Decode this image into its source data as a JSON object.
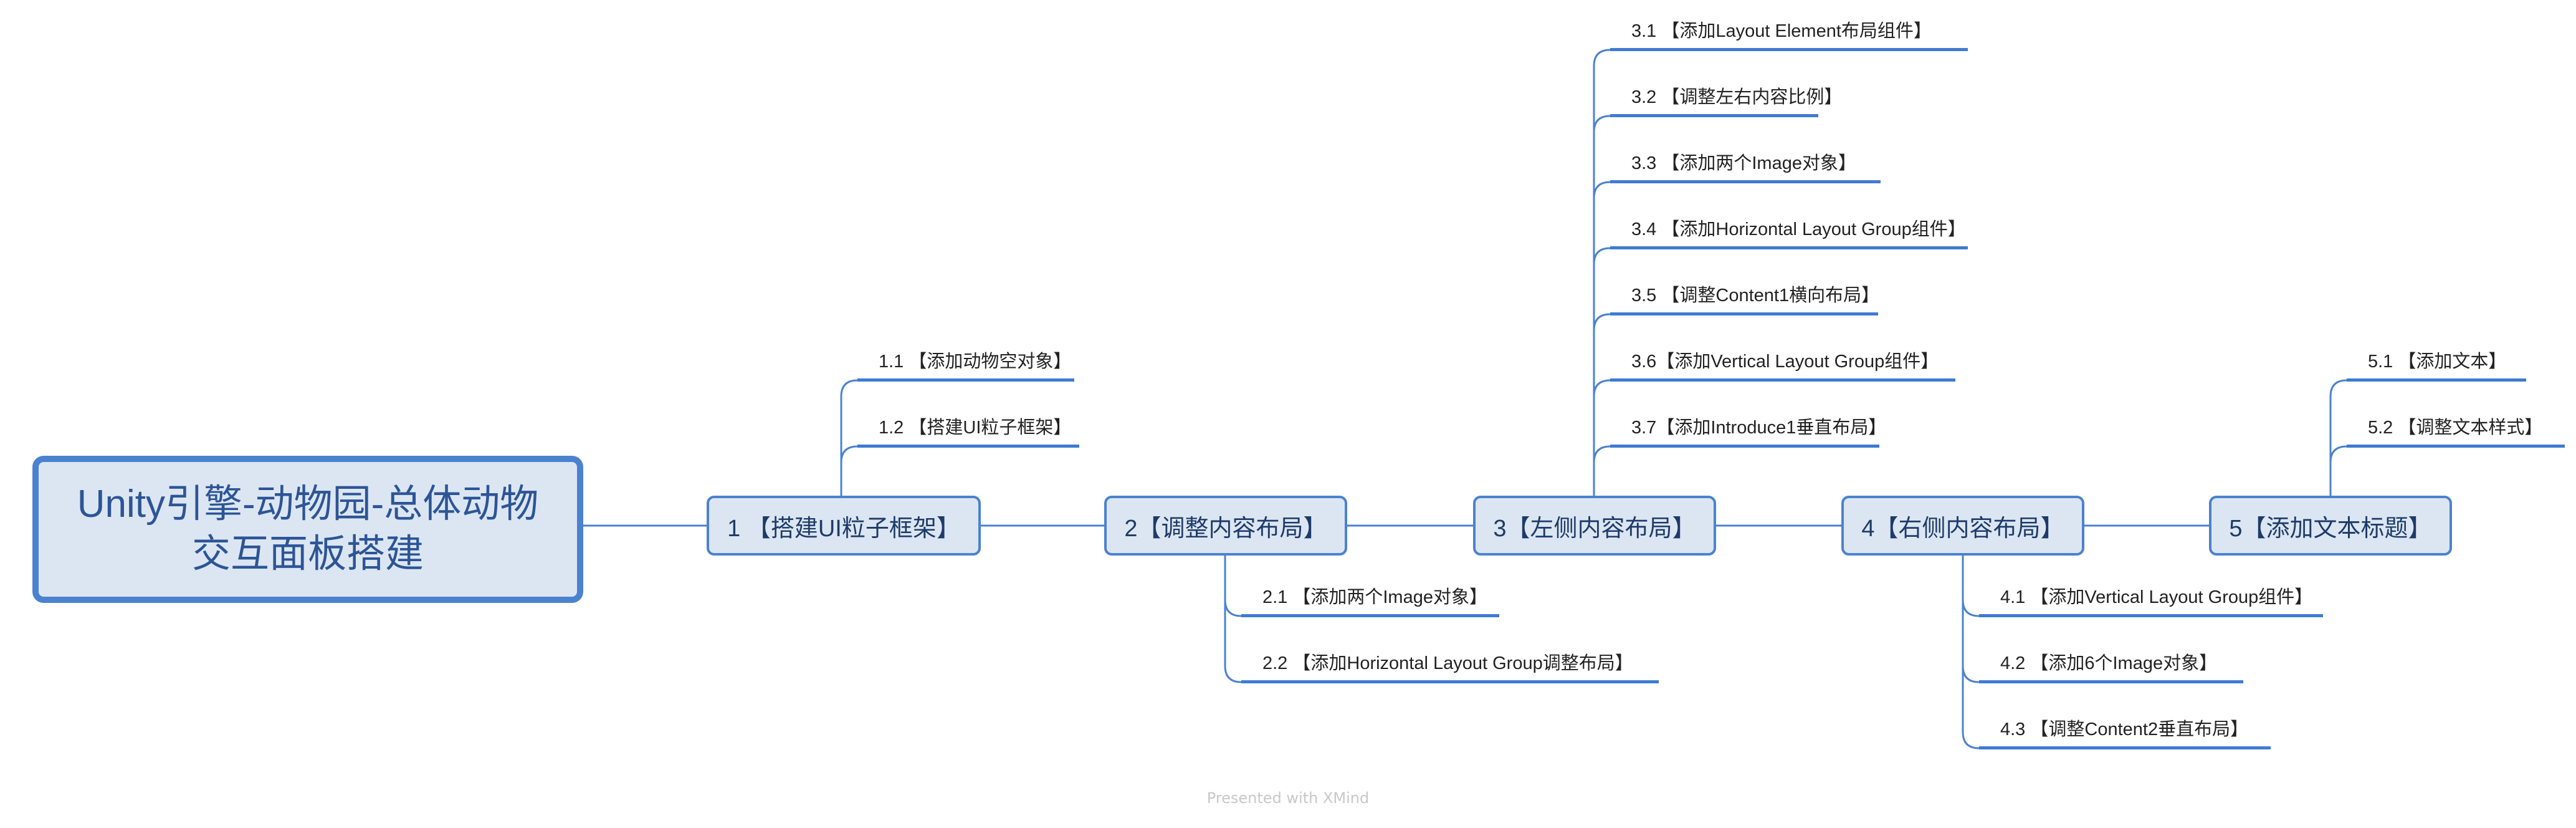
{
  "root": {
    "title": "Unity引擎-动物园-总体动物交互面板搭建"
  },
  "branches": [
    {
      "label": "1 【搭建UI粒子框架】",
      "side": "above",
      "children": [
        "1.1 【添加动物空对象】",
        "1.2 【搭建UI粒子框架】"
      ]
    },
    {
      "label": "2【调整内容布局】",
      "side": "below",
      "children": [
        "2.1 【添加两个Image对象】",
        "2.2 【添加Horizontal Layout Group调整布局】"
      ]
    },
    {
      "label": "3【左侧内容布局】",
      "side": "above",
      "children": [
        "3.1 【添加Layout Element布局组件】",
        "3.2 【调整左右内容比例】",
        "3.3 【添加两个Image对象】",
        "3.4 【添加Horizontal Layout Group组件】",
        "3.5 【调整Content1横向布局】",
        "3.6【添加Vertical Layout Group组件】",
        "3.7【添加Introduce1垂直布局】"
      ]
    },
    {
      "label": "4【右侧内容布局】",
      "side": "below",
      "children": [
        "4.1 【添加Vertical Layout Group组件】",
        "4.2 【添加6个Image对象】",
        "4.3 【调整Content2垂直布局】"
      ]
    },
    {
      "label": "5【添加文本标题】",
      "side": "above",
      "children": [
        "5.1 【添加文本】",
        "5.2 【调整文本样式】"
      ]
    }
  ],
  "footer": {
    "watermark": "Presented with XMind"
  },
  "colors": {
    "line": "#4a82d0",
    "node_fill": "#dce6f2",
    "node_border": "#4a82d0",
    "root_text": "#2c5597"
  }
}
